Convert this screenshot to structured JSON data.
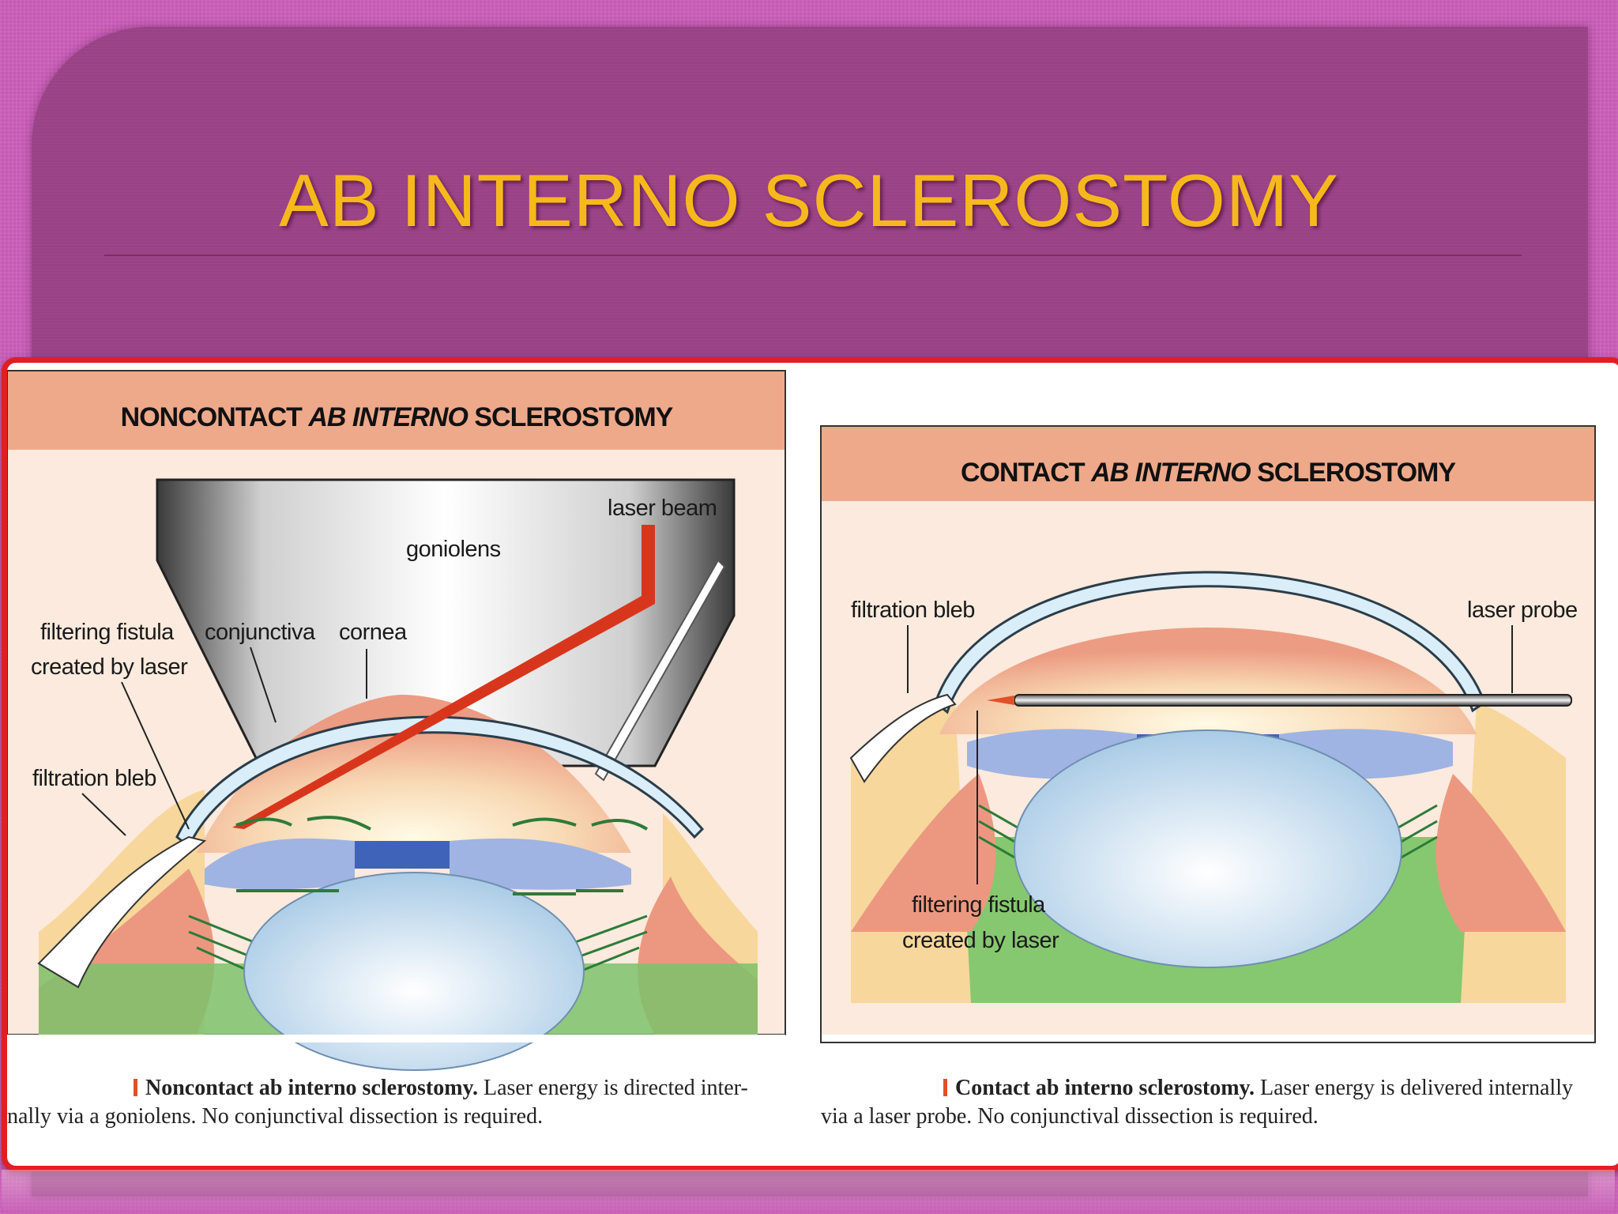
{
  "slide": {
    "title": "AB INTERNO SCLEROSTOMY"
  },
  "left_panel": {
    "title_prefix": "NONCONTACT ",
    "title_italic": "AB INTERNO",
    "title_suffix": " SCLEROSTOMY",
    "labels": {
      "laser_beam": "laser beam",
      "goniolens": "goniolens",
      "filtering_fistula_line1": "filtering fistula",
      "filtering_fistula_line2": "created by laser",
      "conjunctiva": "conjunctiva",
      "cornea": "cornea",
      "filtration_bleb": "filtration bleb"
    },
    "caption_bold": "Noncontact ab interno sclerostomy.",
    "caption_rest_line1": " Laser energy is directed inter-",
    "caption_line2": "nally via a goniolens. No conjunctival dissection is required."
  },
  "right_panel": {
    "title_prefix": "CONTACT ",
    "title_italic": "AB INTERNO",
    "title_suffix": " SCLEROSTOMY",
    "labels": {
      "filtration_bleb": "filtration bleb",
      "laser_probe": "laser probe",
      "filtering_fistula_line1": "filtering fistula",
      "filtering_fistula_line2": "created by laser"
    },
    "caption_bold": "Contact ab interno sclerostomy.",
    "caption_rest_line1": " Laser energy is delivered internally",
    "caption_line2": "via a laser probe. No conjunctival dissection is required."
  },
  "colors": {
    "slide_bg": "#c65ab4",
    "panel": "#9a4286",
    "title": "#f6b91c",
    "frame": "#e01f24",
    "header_band": "#eea98a",
    "laser": "#d8361c"
  }
}
